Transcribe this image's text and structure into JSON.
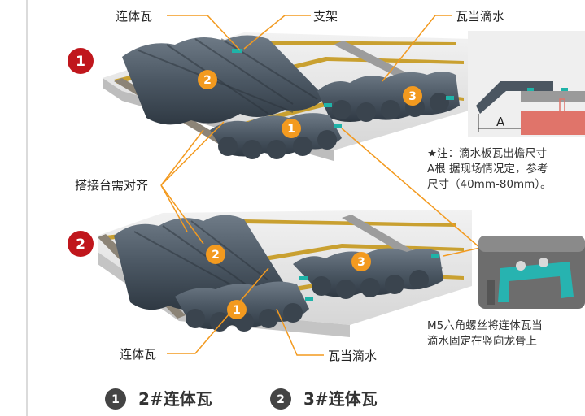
{
  "labels": {
    "top_tile": "连体瓦",
    "bracket": "支架",
    "eave_drip_top": "瓦当滴水",
    "overlap_align": "搭接台需对齐",
    "bottom_tile": "连体瓦",
    "eave_drip_bottom": "瓦当滴水"
  },
  "markers": {
    "step1": "1",
    "step2": "2",
    "callout1": "1",
    "callout2": "2",
    "callout3": "3"
  },
  "notes": {
    "drip_line1": "★注：滴水板瓦出檐尺寸",
    "drip_line2": "A根  据现场情况定，参考",
    "drip_line3": "尺寸（40mm-80mm）。",
    "dimension": "A",
    "bolt_line1": "M5六角螺丝将连体瓦当",
    "bolt_line2": "滴水固定在竖向龙骨上"
  },
  "legend": [
    {
      "num": "1",
      "text": "2#连体瓦"
    },
    {
      "num": "2",
      "text": "3#连体瓦"
    }
  ],
  "colors": {
    "red": "#c0161c",
    "orange": "#f39a1f",
    "tile": "#4e5a66",
    "leader": "#f39a1f"
  }
}
